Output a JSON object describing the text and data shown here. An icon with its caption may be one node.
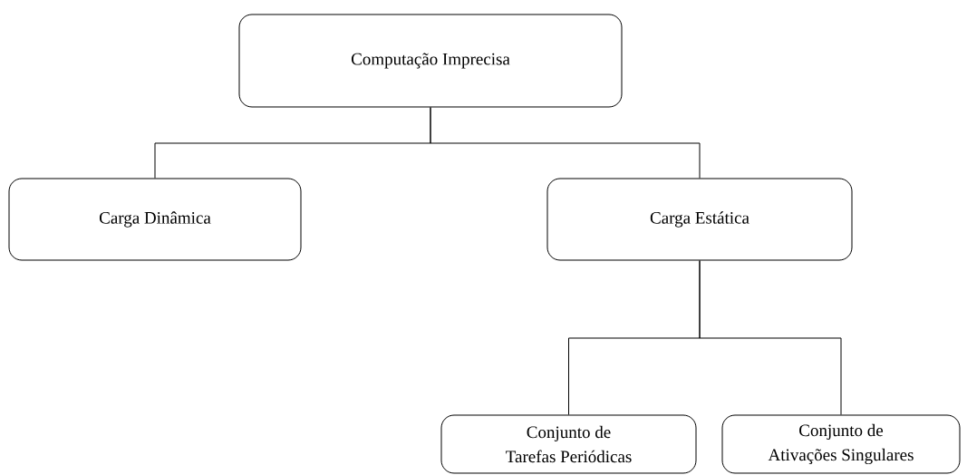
{
  "diagram": {
    "nodes": [
      {
        "text": [
          "Computação Imprecisa"
        ]
      },
      {
        "text": [
          "Carga Dinâmica"
        ]
      },
      {
        "text": [
          "Carga Estática"
        ]
      },
      {
        "text": [
          "Conjunto de",
          "Tarefas Periódicas"
        ]
      },
      {
        "text": [
          "Conjunto de",
          "Ativações Singulares"
        ]
      }
    ],
    "edges": [
      {
        "from": 0,
        "to": 1,
        "arrow": "none"
      },
      {
        "from": 0,
        "to": 2,
        "arrow": "none"
      },
      {
        "from": 2,
        "to": 3,
        "arrow": "none"
      },
      {
        "from": 2,
        "to": 4,
        "arrow": "none"
      }
    ]
  }
}
